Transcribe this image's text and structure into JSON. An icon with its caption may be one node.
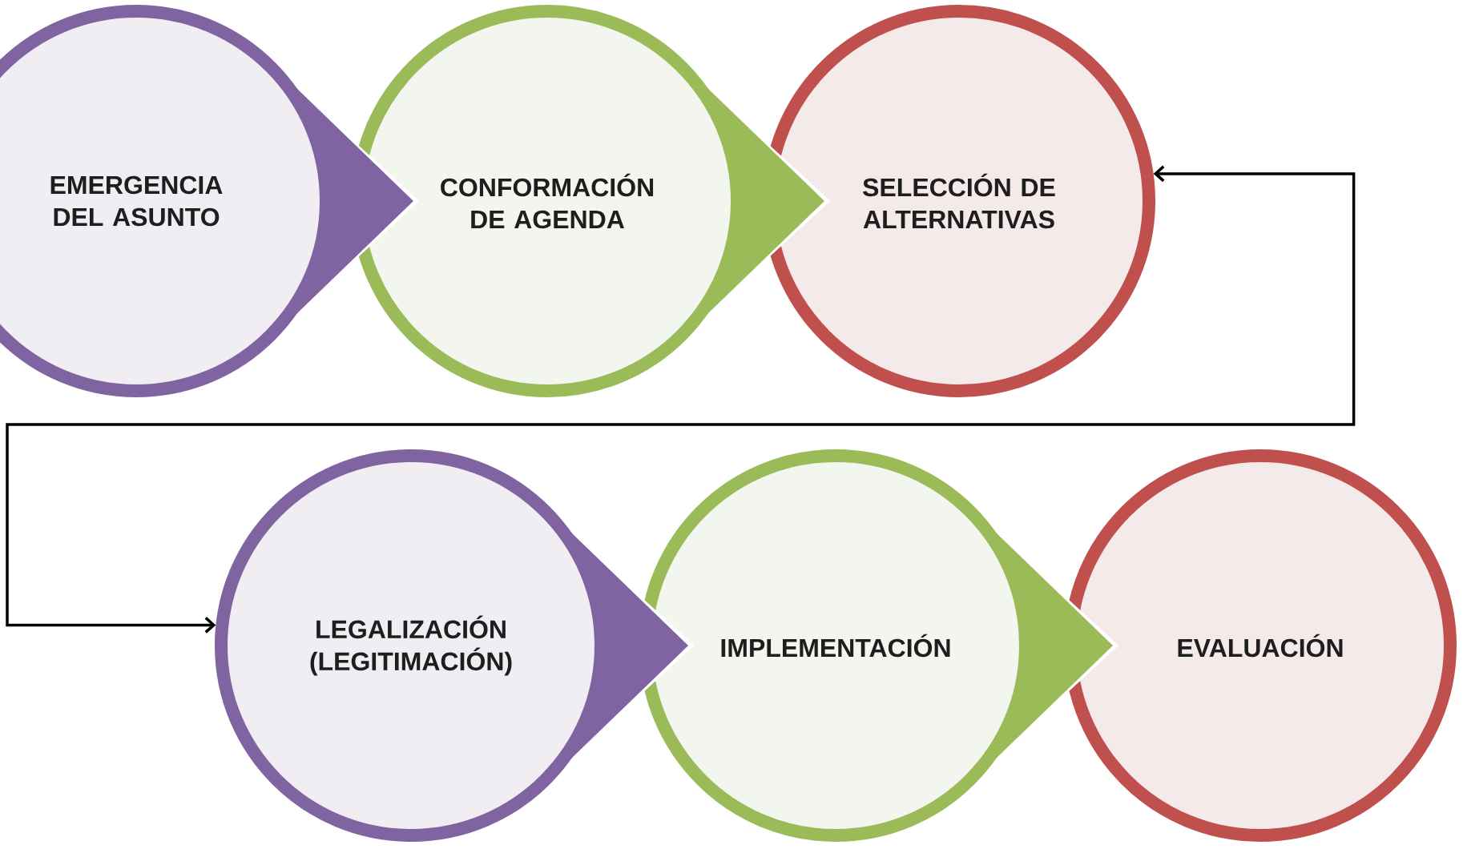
{
  "diagram": {
    "nodes": [
      {
        "text": [
          "EMERGENCIA DEL ASUNTO"
        ]
      },
      {
        "text": [
          "CONFORMACIÓN DE AGENDA"
        ]
      },
      {
        "text": [
          "SELECCIÓN DE ALTERNATIVAS"
        ]
      },
      {
        "text": [
          "LEGALIZACIÓN (LEGITIMACIÓN)"
        ]
      },
      {
        "text": [
          "IMPLEMENTACIÓN"
        ]
      },
      {
        "text": [
          "EVALUACIÓN"
        ]
      }
    ],
    "edges": [
      {
        "from": 2,
        "to": 3,
        "arrow": "both"
      }
    ]
  }
}
